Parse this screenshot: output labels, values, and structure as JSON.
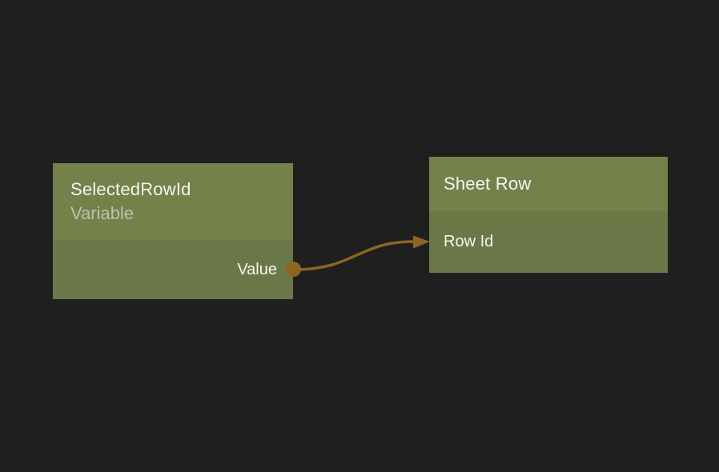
{
  "editor": {
    "background_color": "#1f1f20",
    "node_header_color": "#74814b",
    "node_body_color": "#6a7848",
    "wire_color": "#8c6522"
  },
  "nodes": [
    {
      "title": "SelectedRowId",
      "subtitle": "Variable",
      "outputs": [
        {
          "label": "Value"
        }
      ]
    },
    {
      "title": "Sheet Row",
      "inputs": [
        {
          "label": "Row Id"
        }
      ]
    }
  ],
  "connections": [
    {
      "from_node": "SelectedRowId",
      "from_port": "Value",
      "to_node": "Sheet Row",
      "to_port": "Row Id"
    }
  ]
}
